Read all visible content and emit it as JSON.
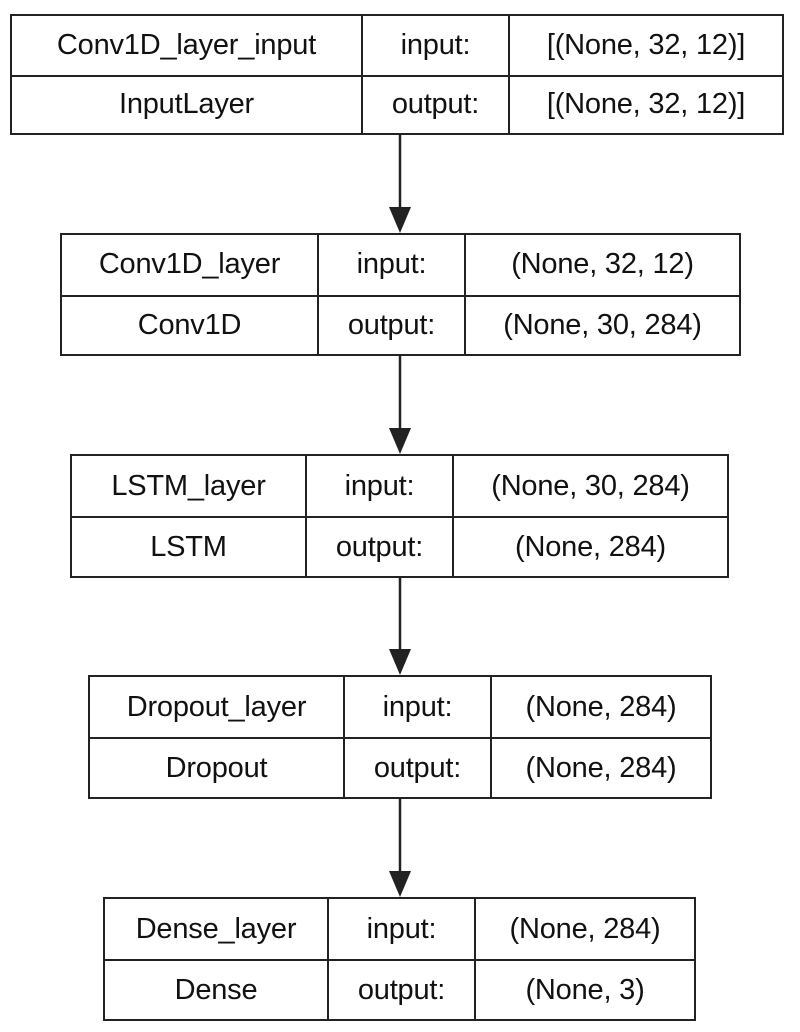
{
  "layers": [
    {
      "name": "Conv1D_layer_input",
      "type": "InputLayer",
      "input_label": "input:",
      "output_label": "output:",
      "input_shape": "[(None, 32, 12)]",
      "output_shape": "[(None, 32, 12)]"
    },
    {
      "name": "Conv1D_layer",
      "type": "Conv1D",
      "input_label": "input:",
      "output_label": "output:",
      "input_shape": "(None, 32, 12)",
      "output_shape": "(None, 30, 284)"
    },
    {
      "name": "LSTM_layer",
      "type": "LSTM",
      "input_label": "input:",
      "output_label": "output:",
      "input_shape": "(None, 30, 284)",
      "output_shape": "(None, 284)"
    },
    {
      "name": "Dropout_layer",
      "type": "Dropout",
      "input_label": "input:",
      "output_label": "output:",
      "input_shape": "(None, 284)",
      "output_shape": "(None, 284)"
    },
    {
      "name": "Dense_layer",
      "type": "Dense",
      "input_label": "input:",
      "output_label": "output:",
      "input_shape": "(None, 284)",
      "output_shape": "(None, 3)"
    }
  ],
  "colors": {
    "line": "#222222",
    "text": "#111111",
    "background": "#ffffff"
  }
}
